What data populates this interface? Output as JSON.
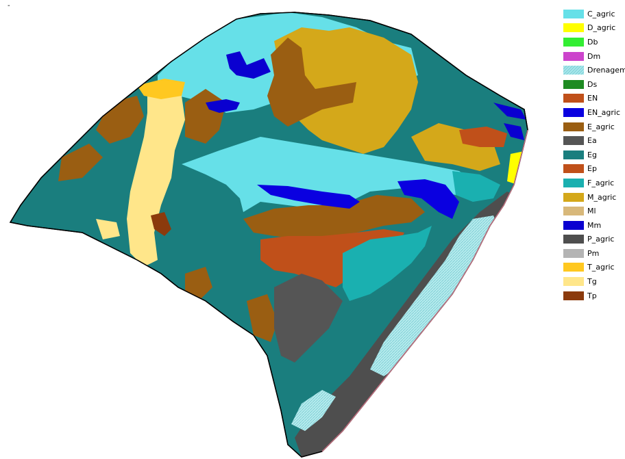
{
  "legend": {
    "items": [
      {
        "label": "C_agric",
        "color": "#66E0E8",
        "pattern": false
      },
      {
        "label": "D_agric",
        "color": "#FFFF00",
        "pattern": false
      },
      {
        "label": "Db",
        "color": "#33EE33",
        "pattern": false
      },
      {
        "label": "Dm",
        "color": "#CC44CC",
        "pattern": false
      },
      {
        "label": "Drenagem",
        "color": "#A8E8EC",
        "pattern": true
      },
      {
        "label": "Ds",
        "color": "#1E8B22",
        "pattern": false
      },
      {
        "label": "EN",
        "color": "#C0501A",
        "pattern": false
      },
      {
        "label": "EN_agric",
        "color": "#0A00E0",
        "pattern": false
      },
      {
        "label": "E_agric",
        "color": "#9A5E12",
        "pattern": false
      },
      {
        "label": "Ea",
        "color": "#555555",
        "pattern": false
      },
      {
        "label": "Eg",
        "color": "#1A7E7E",
        "pattern": false
      },
      {
        "label": "Ep",
        "color": "#C0501A",
        "pattern": false
      },
      {
        "label": "F_agric",
        "color": "#1AB0B0",
        "pattern": false
      },
      {
        "label": "M_agric",
        "color": "#D4A81A",
        "pattern": false
      },
      {
        "label": "Ml",
        "color": "#D8B87A",
        "pattern": false
      },
      {
        "label": "Mm",
        "color": "#0A00D0",
        "pattern": false
      },
      {
        "label": "P_agric",
        "color": "#4E4E4E",
        "pattern": false
      },
      {
        "label": "Pm",
        "color": "#B4B4B4",
        "pattern": false
      },
      {
        "label": "T_agric",
        "color": "#FFC820",
        "pattern": false
      },
      {
        "label": "Tg",
        "color": "#FFE68A",
        "pattern": false
      },
      {
        "label": "Tp",
        "color": "#8B3A0C",
        "pattern": false
      }
    ]
  },
  "map": {
    "base_color": "#1A7E7E",
    "border_color": "#000000",
    "coast_color": "#C07080"
  },
  "corner_mark": "-"
}
